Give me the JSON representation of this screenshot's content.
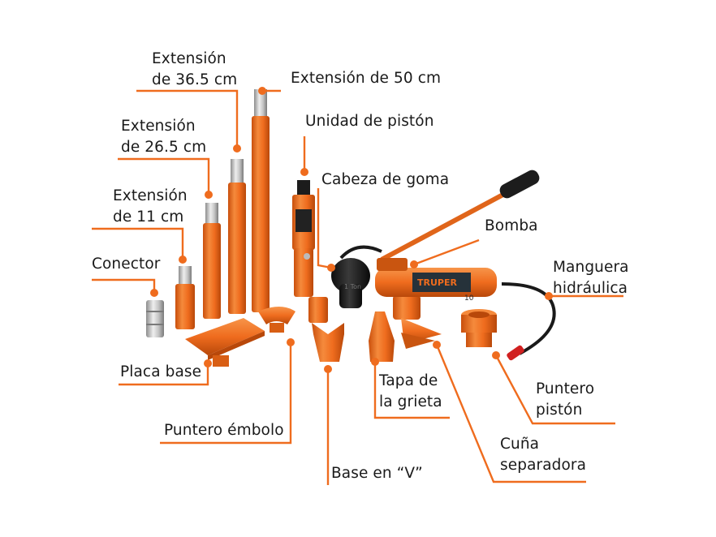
{
  "colors": {
    "accent": "#ef6c1e",
    "metal": "#c9c9c9",
    "rubber": "#1f1f1f",
    "text": "#1a1a1a"
  },
  "labels": {
    "ext365": {
      "line1": "Extensión",
      "line2": "de 36.5 cm"
    },
    "ext50": {
      "line1": "Extensión de 50 cm"
    },
    "piston_unit": {
      "line1": "Unidad de pistón"
    },
    "ext265": {
      "line1": "Extensión",
      "line2": "de 26.5 cm"
    },
    "rubber_head": {
      "line1": "Cabeza de goma"
    },
    "ext11": {
      "line1": "Extensión",
      "line2": "de 11 cm"
    },
    "pump": {
      "line1": "Bomba"
    },
    "connector": {
      "line1": "Conector"
    },
    "hose": {
      "line1": "Manguera",
      "line2": "hidráulica"
    },
    "base_plate": {
      "line1": "Placa base"
    },
    "crack_cap": {
      "line1": "Tapa de",
      "line2": "la grieta"
    },
    "tip_piston": {
      "line1": "Puntero",
      "line2": "pistón"
    },
    "plunger_tip": {
      "line1": "Puntero émbolo"
    },
    "wedge": {
      "line1": "Cuña",
      "line2": "separadora"
    },
    "v_base": {
      "line1": "Base en “V”"
    }
  },
  "markings": {
    "brand": "TRUPER",
    "rubber_head": "1 Ton",
    "pump_capacity": "10"
  }
}
